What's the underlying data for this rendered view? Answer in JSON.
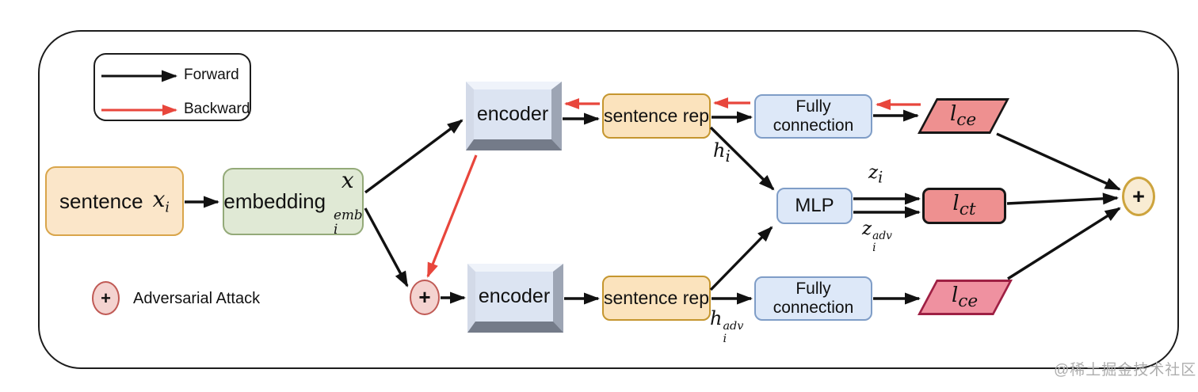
{
  "legend": {
    "forward_label": "Forward",
    "backward_label": "Backward",
    "adversarial_label": "Adversarial Attack",
    "adversarial_symbol": "+"
  },
  "nodes": {
    "sentence": {
      "label": "sentence",
      "var": "x",
      "sub": "i"
    },
    "embedding": {
      "label": "embedding",
      "var": "x",
      "sub": "i",
      "sup": "emb"
    },
    "encoder_top": {
      "label": "encoder"
    },
    "encoder_bottom": {
      "label": "encoder"
    },
    "sentence_rep_top": {
      "label": "sentence rep"
    },
    "sentence_rep_bottom": {
      "label": "sentence rep"
    },
    "fully_connection_top": {
      "label": "Fully connection"
    },
    "fully_connection_bottom": {
      "label": "Fully connection"
    },
    "mlp": {
      "label": "MLP"
    },
    "loss_ce_top": {
      "var": "l",
      "sub": "ce"
    },
    "loss_ce_bottom": {
      "var": "l",
      "sub": "ce"
    },
    "loss_ct": {
      "var": "l",
      "sub": "ct"
    },
    "sum_node": {
      "symbol": "+"
    },
    "adversarial_node": {
      "symbol": "+"
    }
  },
  "edge_labels": {
    "h_i": {
      "var": "h",
      "sub": "i"
    },
    "h_i_adv": {
      "var": "h",
      "sub": "i",
      "sup": "adv"
    },
    "z_i": {
      "var": "z",
      "sub": "i"
    },
    "z_i_adv": {
      "var": "z",
      "sub": "i",
      "sup": "adv"
    }
  },
  "watermark": "@稀土掘金技术社区",
  "colors": {
    "forward_arrow": "#111111",
    "backward_arrow": "#e8463c",
    "sentence_fill": "#fbe6c9",
    "sentence_border": "#d9a54a",
    "embedding_fill": "#e0e9d5",
    "embedding_border": "#94aa79",
    "sentence_rep_fill": "#fbe3bd",
    "sentence_rep_border": "#c5962f",
    "fully_connection_fill": "#dde8f8",
    "fully_connection_border": "#7f9dc7",
    "encoder_fill": "#dce4f2",
    "loss_fill": "#ee9090",
    "loss_border_black": "#161616",
    "loss_ce_bottom_fill": "#ef91a0",
    "loss_ce_bottom_border": "#9e2044",
    "sum_fill": "#f9ecd3",
    "sum_border": "#cda43e",
    "adversarial_fill": "#f4d3d0",
    "adversarial_border": "#c05a55"
  }
}
